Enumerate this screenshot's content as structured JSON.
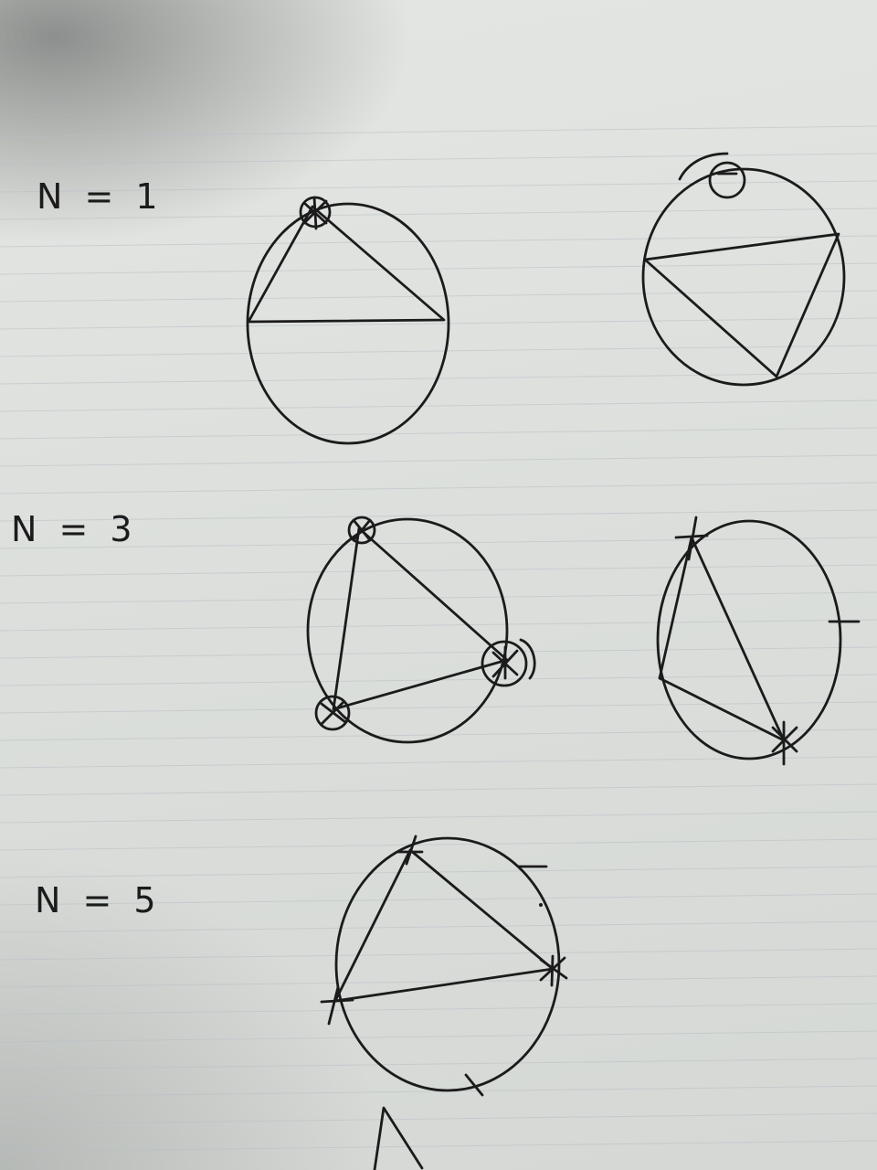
{
  "labels": {
    "n1": "N = 1",
    "n3": "N = 3",
    "n5": "N = 5"
  },
  "colors": {
    "paper": "#dcdfdc",
    "ink": "#1b1b1b",
    "rule_line": "#b7bfc6"
  }
}
